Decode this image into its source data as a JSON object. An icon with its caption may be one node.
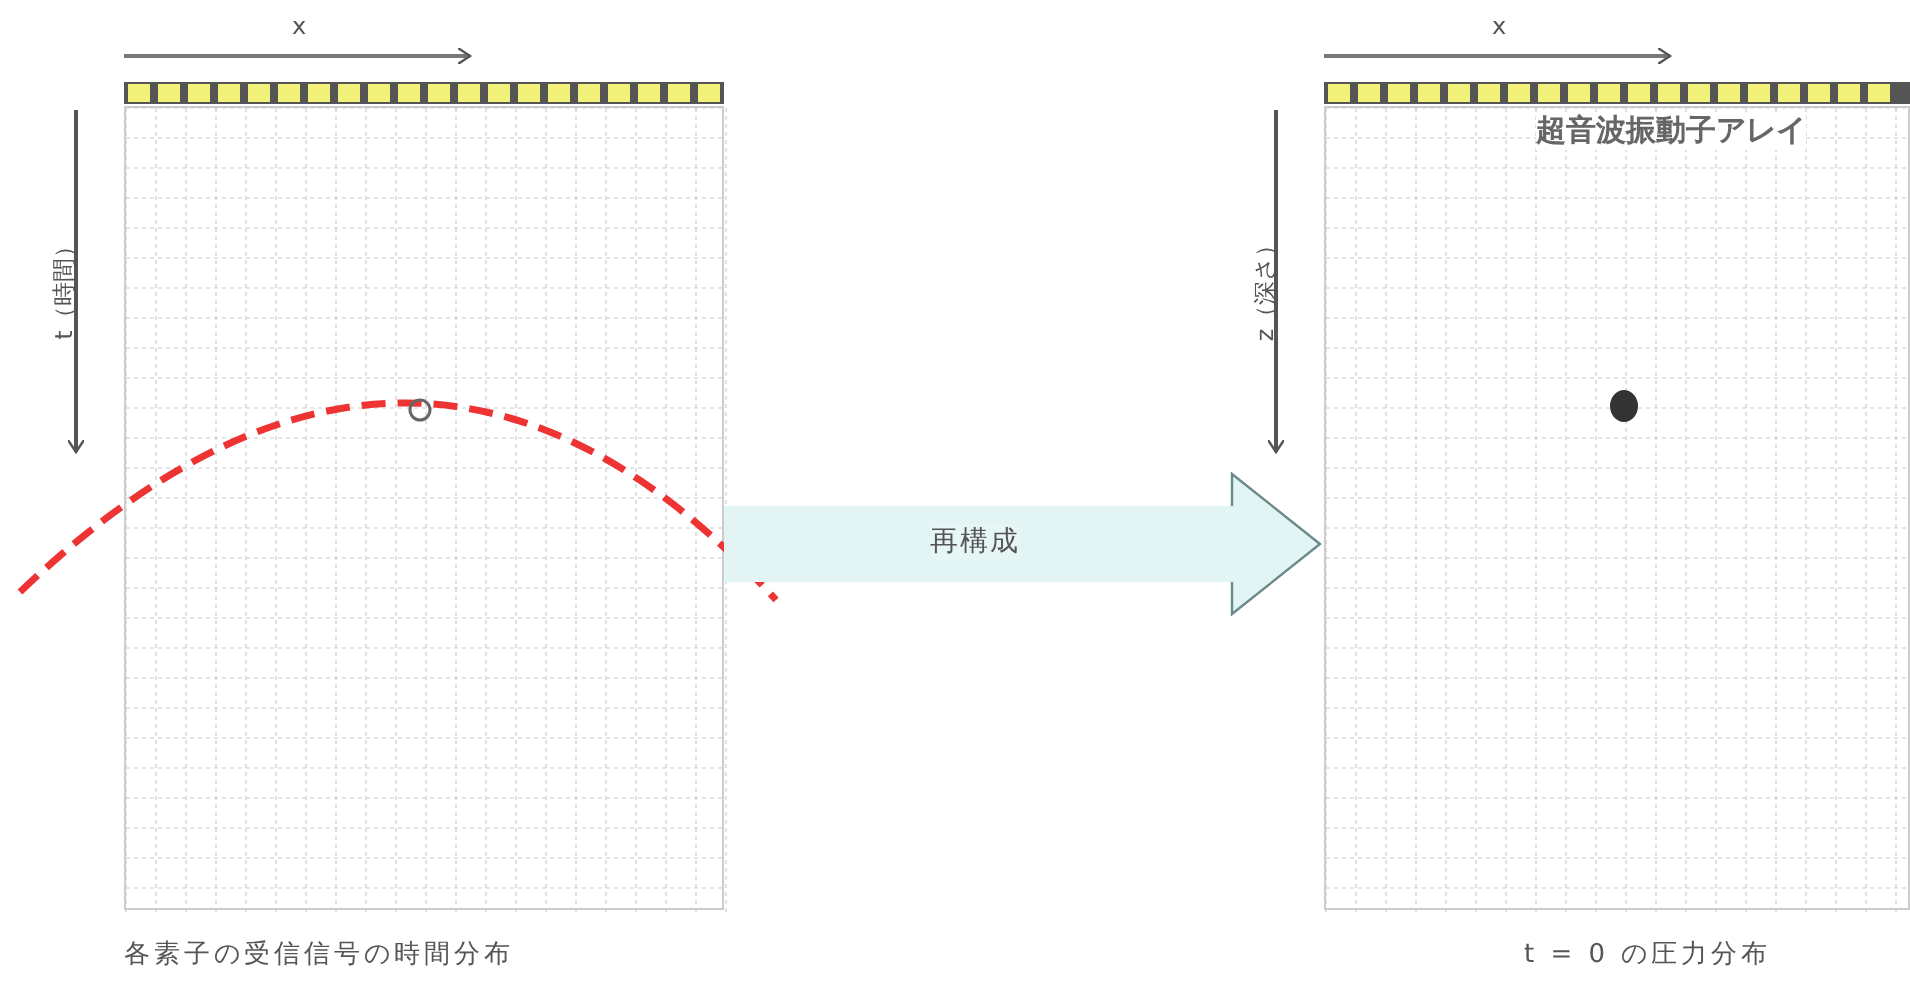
{
  "diagram": {
    "nodes": [
      {
        "text": [],
        "shape": "box",
        "beside": [
          "各素子の受信信号の時間分布"
        ]
      },
      {
        "text": [],
        "shape": "box",
        "beside": [
          "t = 0 の圧力分布"
        ]
      }
    ],
    "edges": [
      {
        "from": 0,
        "to": 1,
        "arrow": "to",
        "label": "再構成"
      }
    ],
    "labels": [
      "x",
      "t（時間）",
      "x",
      "z（深さ）",
      "超音波振動子アレイ"
    ]
  }
}
